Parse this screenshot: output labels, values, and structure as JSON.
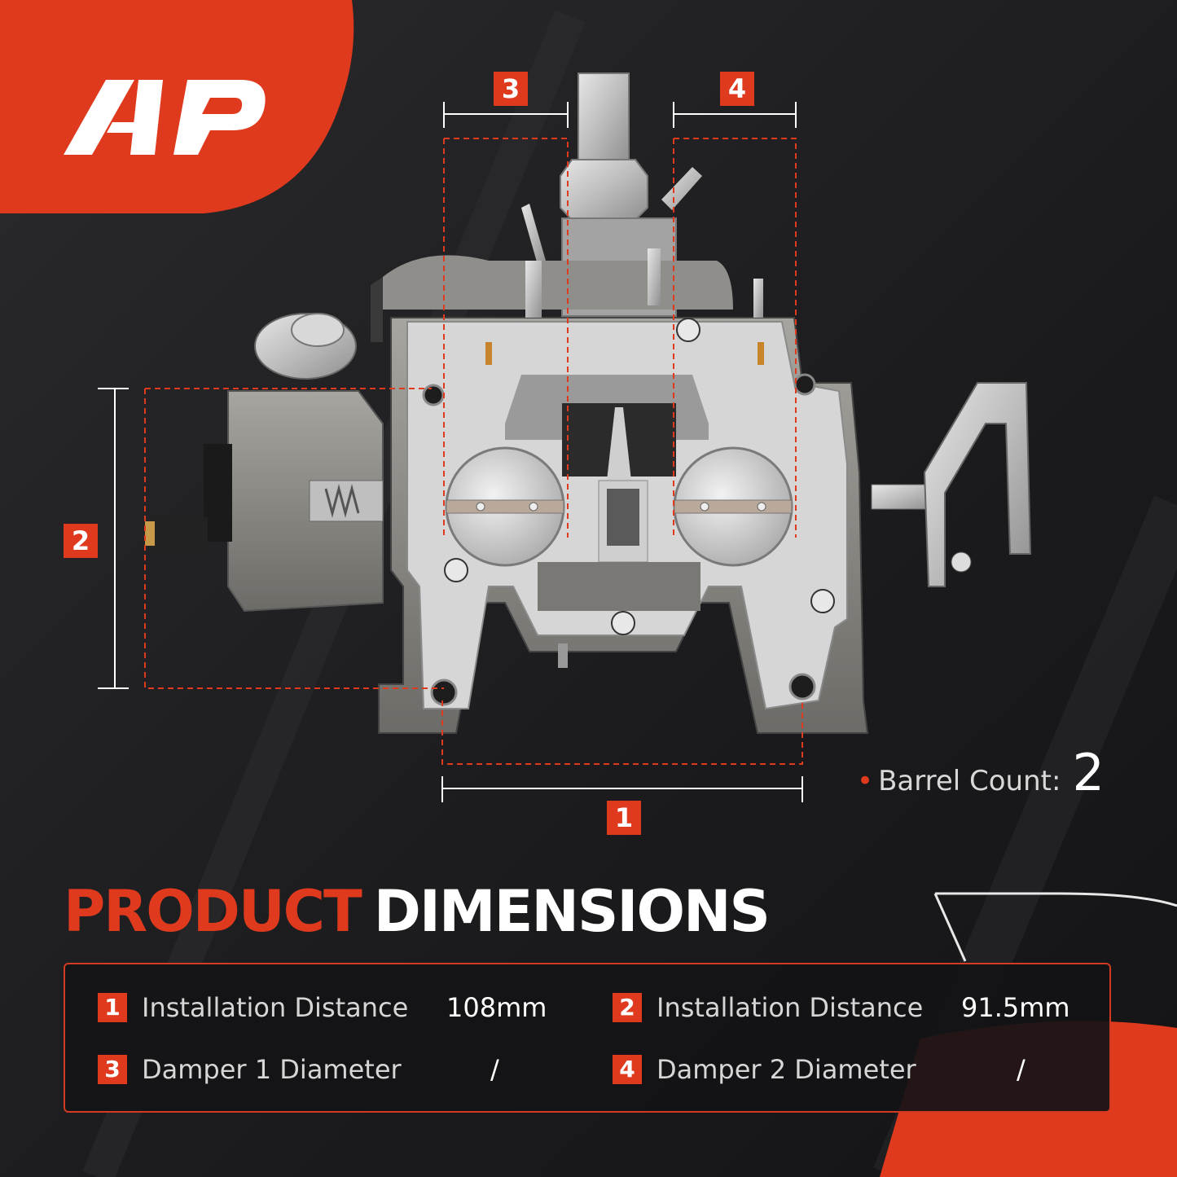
{
  "brand": {
    "logo_text": "A-P"
  },
  "labels": {
    "n1": "1",
    "n2": "2",
    "n3": "3",
    "n4": "4"
  },
  "barrel": {
    "label": "Barrel Count:",
    "value": "2"
  },
  "heading": {
    "part1": "PRODUCT",
    "part2": "DIMENSIONS"
  },
  "specs": [
    {
      "num": "1",
      "label": "Installation Distance",
      "value": "108mm"
    },
    {
      "num": "2",
      "label": "Installation Distance",
      "value": "91.5mm"
    },
    {
      "num": "3",
      "label": "Damper 1 Diameter",
      "value": "/"
    },
    {
      "num": "4",
      "label": "Damper 2 Diameter",
      "value": "/"
    }
  ],
  "colors": {
    "accent": "#e03a1e",
    "background": "#1e1e20",
    "metal": "#c9c9c9"
  }
}
